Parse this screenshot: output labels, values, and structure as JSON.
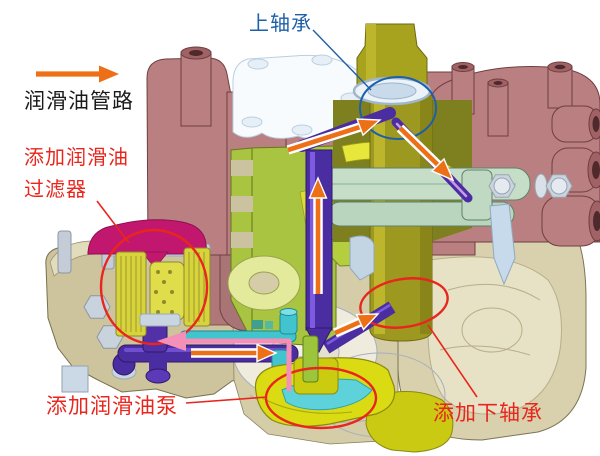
{
  "figure": {
    "legend": {
      "label": "润滑油管路",
      "arrow_color": "#ED7017",
      "text_color": "#1A1A1A"
    },
    "callouts": {
      "upper_bearing": {
        "text": "上轴承",
        "color": "#1E5FA9"
      },
      "oil_filter": {
        "line1": "添加润滑油",
        "line2": "过滤器",
        "color": "#E8261D"
      },
      "oil_pump": {
        "text": "添加润滑油泵",
        "color": "#E8261D"
      },
      "lower_bearing": {
        "text": "添加下轴承",
        "color": "#E8261D"
      }
    },
    "colors": {
      "flow_arrow": "#ED7017",
      "pink_arrow": "#F48FB8",
      "highlight_red": "#E8261D",
      "highlight_blue": "#1E5FA9",
      "housing_pink": "#B97F81",
      "housing_khaki": "#CFC49D",
      "cut_surface_lime": "#A8C440",
      "interior_olive": "#7E7F1F",
      "shaft_olive": "#9D981F",
      "pipe_purple": "#4B2DA2",
      "pipe_cyan": "#41C4CE",
      "filter_cap_magenta": "#C2176E",
      "filter_element_yellow": "#D6D33B",
      "pump_yellow": "#DADB12",
      "gear_mint": "#C6DEC8",
      "cover_white": "#F8FBFD"
    }
  }
}
